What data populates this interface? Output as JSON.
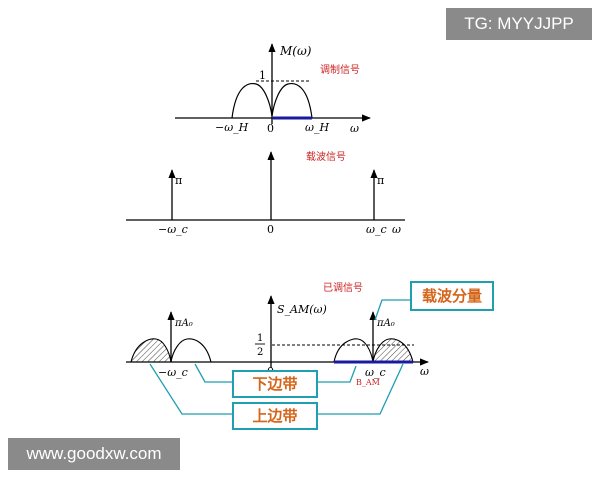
{
  "watermarks": {
    "top": "TG: MYYJJPP",
    "bottom": "www.goodxw.com"
  },
  "panel1": {
    "title": "调制信号",
    "axis_label": "M(ω)",
    "peak_label": "1",
    "tick_neg": "−ω_H",
    "tick_zero": "0",
    "tick_pos": "ω_H",
    "x_label": "ω"
  },
  "panel2": {
    "title": "载波信号",
    "impulse_left": "π",
    "impulse_right": "π",
    "tick_neg": "−ω_c",
    "tick_zero": "0",
    "tick_pos": "ω_c",
    "x_label": "ω"
  },
  "panel3": {
    "title": "已调信号",
    "axis_label": "S_AM(ω)",
    "impulse_left": "πA₀",
    "impulse_right": "πA₀",
    "half_num": "1",
    "half_den": "2",
    "tick_zero": "0",
    "tick_neg": "−ω_c",
    "tick_pos": "ω_c",
    "bandwidth": "B_AM",
    "x_label": "ω"
  },
  "callouts": {
    "carrier": "载波分量",
    "lower": "下边带",
    "upper": "上边带"
  },
  "colors": {
    "accent_red": "#cc2222",
    "blue": "#1a1aa0",
    "callout_border": "#1f9fb0",
    "callout_text": "#d4651a"
  }
}
